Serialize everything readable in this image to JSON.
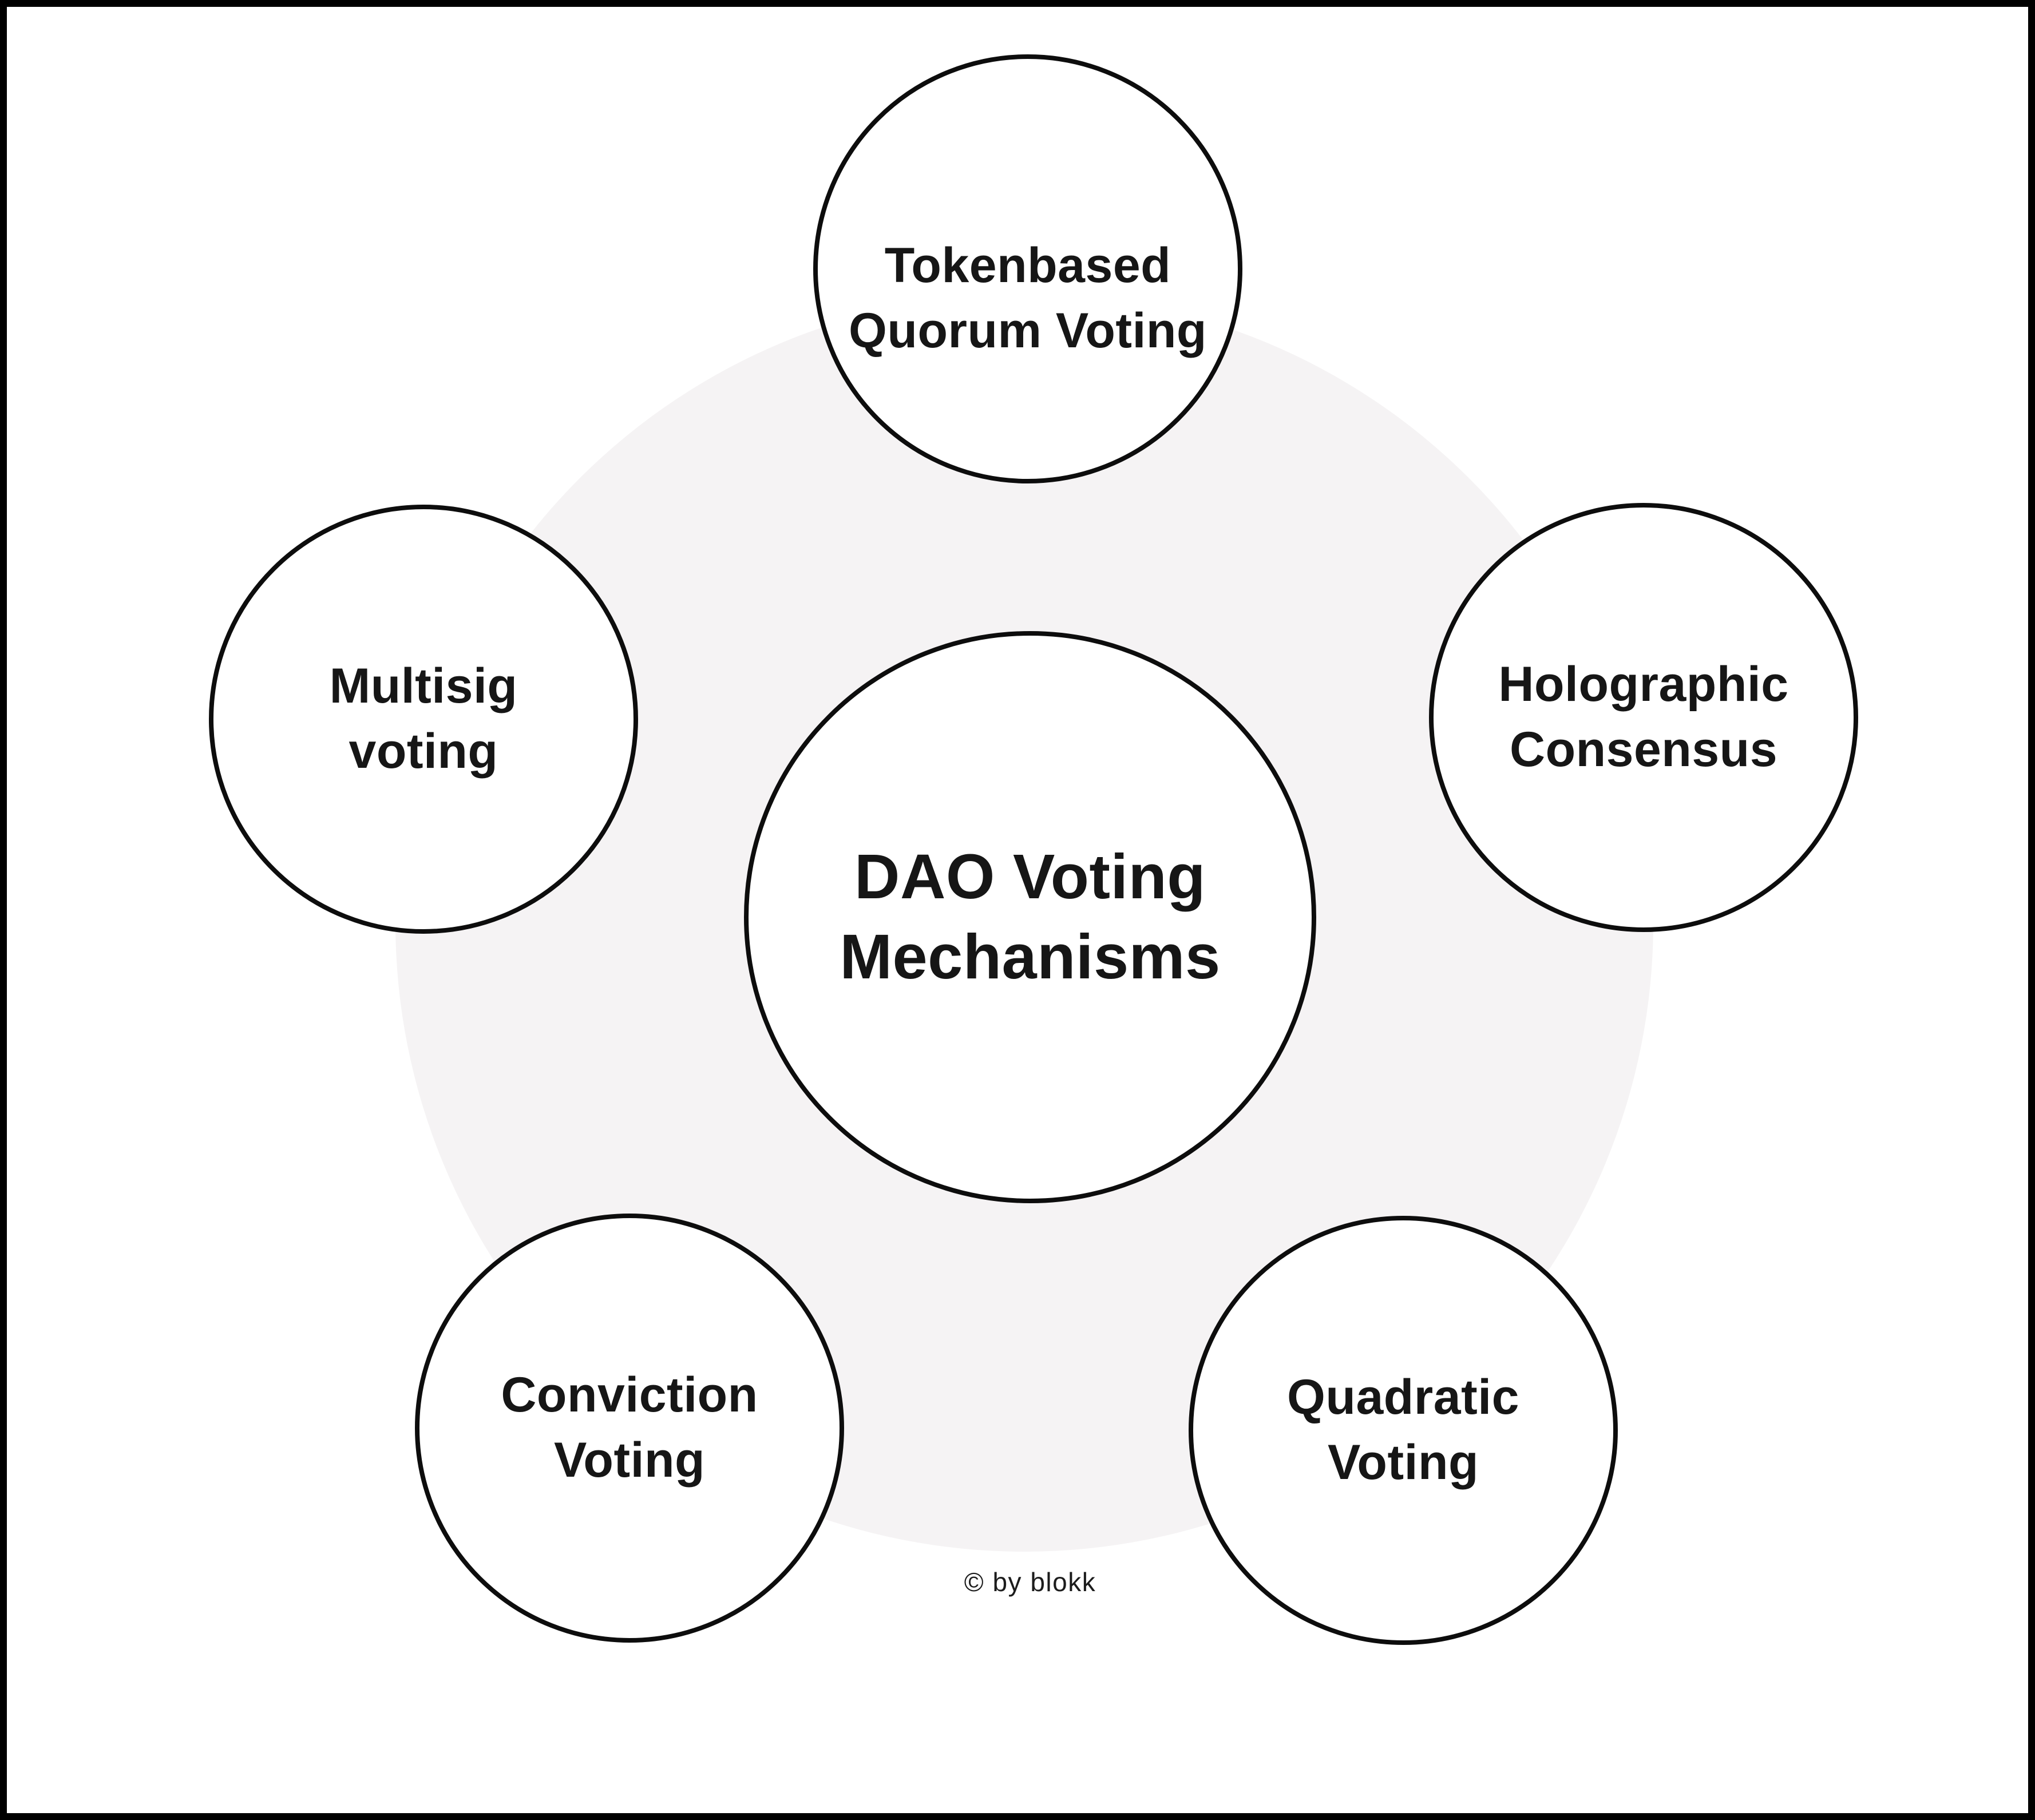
{
  "diagram": {
    "center": {
      "line1": "DAO Voting",
      "line2": "Mechanisms"
    },
    "nodes": {
      "top": {
        "line1": "Tokenbased",
        "line2": "Quorum Voting"
      },
      "right": {
        "line1": "Holographic",
        "line2": "Consensus"
      },
      "bottom_right": {
        "line1": "Quadratic",
        "line2": "Voting"
      },
      "bottom_left": {
        "line1": "Conviction",
        "line2": "Voting"
      },
      "left": {
        "line1": "Multisig",
        "line2": "voting"
      }
    },
    "credit": "© by blokk",
    "colors": {
      "background": "#ffffff",
      "halo": "#f5f3f4",
      "circle_fill": "#ffffff",
      "stroke": "#0d0d0d",
      "text": "#161616"
    }
  }
}
